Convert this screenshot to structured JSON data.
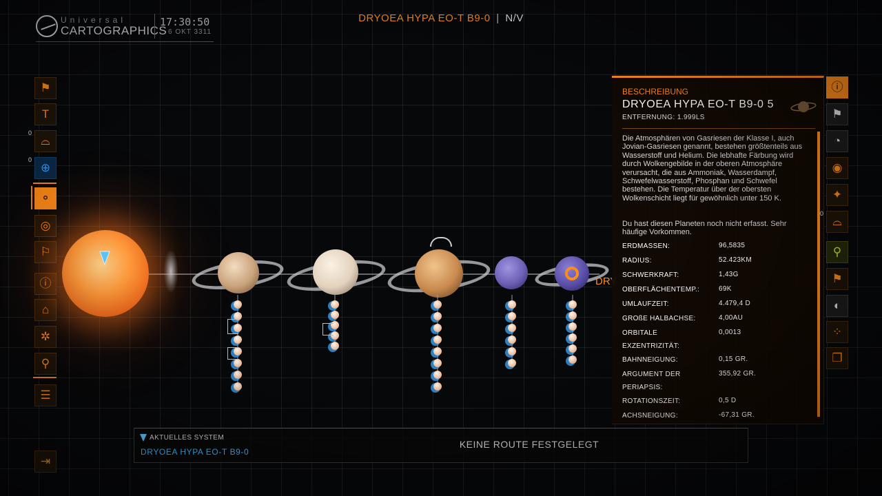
{
  "header": {
    "brand_line1": "Universal",
    "brand_line2": "CARTOGRAPHICS",
    "time": "17:30:50",
    "date": "6 OKT 3311",
    "system_name": "DRYOEA HYPA EO-T B9-0",
    "separator": "|",
    "status": "N/V"
  },
  "left_sidebar": {
    "items": [
      {
        "icon": "bookmark-icon",
        "glyph": "⚑",
        "count": ""
      },
      {
        "icon": "codex-icon",
        "glyph": "T",
        "count": ""
      },
      {
        "icon": "ground-signal-icon",
        "glyph": "⌓",
        "count": "0"
      },
      {
        "icon": "globe-icon",
        "glyph": "⊕",
        "count": "0"
      },
      {
        "icon": "system-map-icon",
        "glyph": "⚬",
        "count": "",
        "active": true
      },
      {
        "icon": "orrery-icon",
        "glyph": "◎",
        "count": ""
      },
      {
        "icon": "flag-icon",
        "glyph": "⚐",
        "count": ""
      },
      {
        "icon": "info-icon",
        "glyph": "ⓘ",
        "count": ""
      },
      {
        "icon": "station-icon",
        "glyph": "⌂",
        "count": ""
      },
      {
        "icon": "gear-icon",
        "glyph": "✲",
        "count": ""
      },
      {
        "icon": "location-pin-icon",
        "glyph": "⚲",
        "count": ""
      },
      {
        "icon": "list-icon",
        "glyph": "☰",
        "count": ""
      }
    ],
    "exit_glyph": "⇥"
  },
  "right_sidebar": {
    "items": [
      {
        "icon": "info-icon",
        "glyph": "ⓘ",
        "count": "",
        "style": "active"
      },
      {
        "icon": "landing-flag-icon",
        "glyph": "⚑",
        "count": "",
        "style": "grey"
      },
      {
        "icon": "landable-planet-icon",
        "glyph": "◔",
        "count": "",
        "style": "grey"
      },
      {
        "icon": "target-icon",
        "glyph": "◉",
        "count": "",
        "style": "orange"
      },
      {
        "icon": "biology-icon",
        "glyph": "✦",
        "count": "",
        "style": "orange"
      },
      {
        "icon": "ground-signal-icon",
        "glyph": "⌓",
        "count": "0",
        "style": "orange"
      },
      {
        "icon": "location-pin-icon",
        "glyph": "⚲",
        "count": "",
        "style": "lime"
      },
      {
        "icon": "bookmark-icon",
        "glyph": "⚑",
        "count": "",
        "style": "orange"
      },
      {
        "icon": "moon-icon",
        "glyph": "◐",
        "count": "",
        "style": "grey"
      },
      {
        "icon": "cluster-icon",
        "glyph": "⁘",
        "count": "",
        "style": "orange"
      },
      {
        "icon": "layers-icon",
        "glyph": "❐",
        "count": "",
        "style": "orange"
      }
    ]
  },
  "orrery": {
    "label": "DRY",
    "star_marker_color": "#5ec8ff",
    "planets": [
      {
        "moons": 8,
        "color": "#c9a27a"
      },
      {
        "moons": 5,
        "color": "#e2d2bd"
      },
      {
        "moons": 8,
        "color": "#c98a4e"
      },
      {
        "moons": 6,
        "color": "#6c5fb5"
      },
      {
        "moons": 6,
        "color": "#5a4fa8",
        "selected": true
      }
    ]
  },
  "info_panel": {
    "heading": "BESCHREIBUNG",
    "name": "DRYOEA HYPA EO-T B9-0 5",
    "distance_label": "ENTFERNUNG:",
    "distance_value": "1.999LS",
    "description": "Die Atmosphären von Gasriesen der Klasse I, auch Jovian-Gasriesen genannt, bestehen größtenteils aus Wasserstoff und Helium. Die lebhafte Färbung wird durch Wolkengebilde in der oberen Atmosphäre verursacht, die aus Ammoniak, Wasserdampf, Schwefelwasserstoff, Phosphan und Schwefel bestehen. Die Temperatur über der obersten Wolkenschicht liegt für gewöhnlich unter 150 K.",
    "status": "Du hast diesen Planeten noch nicht erfasst. Sehr häufige Vorkommen.",
    "stats": [
      {
        "label": "ERDMASSEN:",
        "value": "96,5835"
      },
      {
        "label": "RADIUS:",
        "value": "52.423KM"
      },
      {
        "label": "SCHWERKRAFT:",
        "value": "1,43G"
      },
      {
        "label": "OBERFLÄCHENTEMP.:",
        "value": "69K"
      },
      {
        "label": "UMLAUFZEIT:",
        "value": "4.479,4 D"
      },
      {
        "label": "GROßE HALBACHSE:",
        "value": "4,00AU"
      },
      {
        "label": "ORBITALE EXZENTRIZITÄT:",
        "value": "0,0013"
      },
      {
        "label": "BAHNNEIGUNG:",
        "value": "0,15 GR."
      },
      {
        "label": "ARGUMENT DER PERIAPSIS:",
        "value": "355,92 GR."
      },
      {
        "label": "ROTATIONSZEIT:",
        "value": "0,5 D"
      },
      {
        "label": "ACHSNEIGUNG:",
        "value": "-67,31 GR."
      }
    ]
  },
  "bottom_bar": {
    "current_label": "AKTUELLES SYSTEM",
    "current_system": "DRYOEA HYPA EO-T B9-0",
    "route": "KEINE ROUTE FESTGELEGT"
  }
}
